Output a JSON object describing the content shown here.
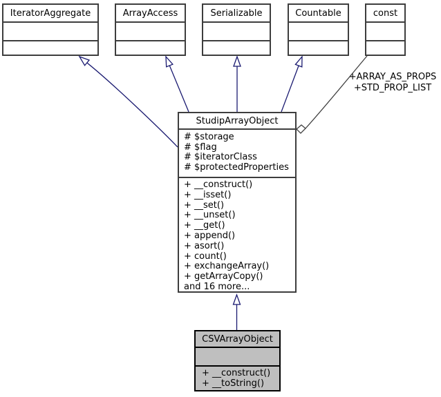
{
  "diagram": {
    "interfaces": [
      "IteratorAggregate",
      "ArrayAccess",
      "Serializable",
      "Countable",
      "const"
    ],
    "usage_labels": [
      "+ARRAY_AS_PROPS",
      "+STD_PROP_LIST"
    ],
    "studip_class": {
      "name": "StudipArrayObject",
      "attributes": [
        "# $storage",
        "# $flag",
        "# $iteratorClass",
        "# $protectedProperties"
      ],
      "methods": [
        "+ __construct()",
        "+ __isset()",
        "+ __set()",
        "+ __unset()",
        "+ __get()",
        "+ append()",
        "+ asort()",
        "+ count()",
        "+ exchangeArray()",
        "+ getArrayCopy()",
        "and 16 more..."
      ]
    },
    "csv_class": {
      "name": "CSVArrayObject",
      "methods": [
        "+ __construct()",
        "+ __toString()"
      ]
    },
    "colors": {
      "inheritance_edge": "#191970",
      "usage_edge": "#404040",
      "highlight_fill": "#bfbfbf"
    }
  }
}
